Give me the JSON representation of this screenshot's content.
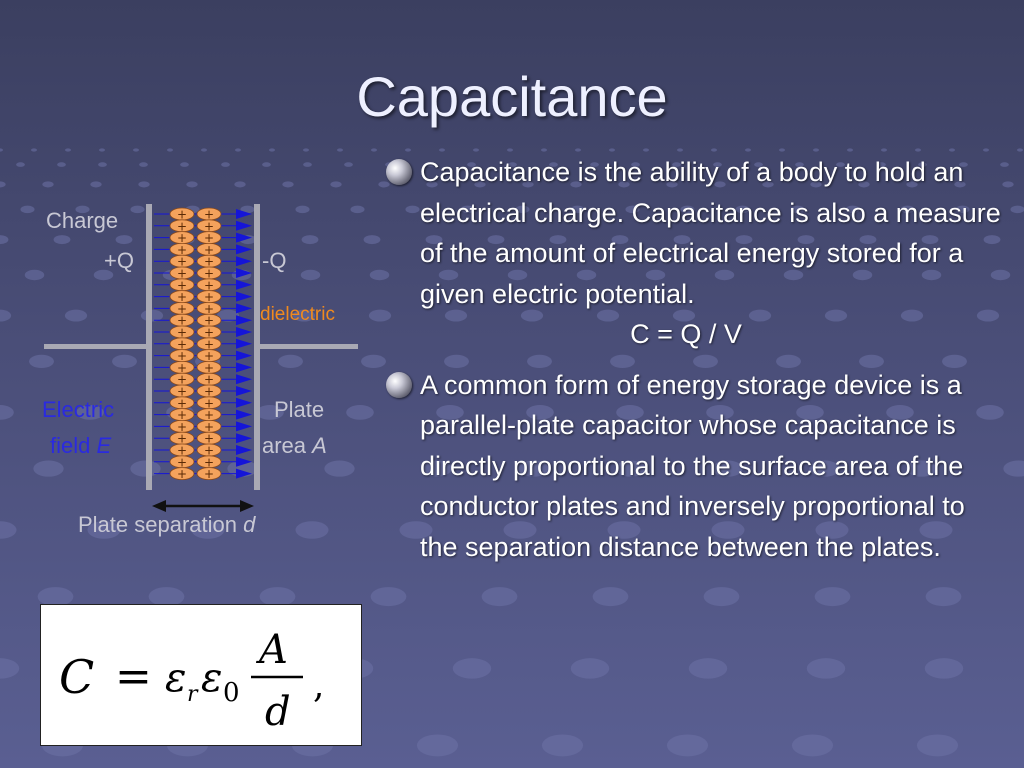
{
  "slide": {
    "title": "Capacitance",
    "bullets": [
      {
        "text": "Capacitance is the ability of a body to hold an electrical charge. Capacitance is also a measure of the amount of electrical energy stored for a given electric potential."
      },
      {
        "text": "A common form of energy storage device is a parallel-plate capacitor whose capacitance is directly proportional to the surface area of the conductor plates and inversely proportional to the separation distance between the plates."
      }
    ],
    "centered_formula": "C = Q / V"
  },
  "figure": {
    "charge_label": "Charge",
    "plus_q": "+Q",
    "minus_q": "-Q",
    "dielectric": "dielectric",
    "electric": "Electric",
    "field": "field",
    "field_symbol": "E",
    "plate": "Plate",
    "area": "area",
    "area_symbol": "A",
    "separation": "Plate separation",
    "separation_symbol": "d",
    "colors": {
      "charge": "#f4a25c",
      "field_arrows": "#1515d8",
      "dielectric_label": "#f08a1e",
      "electric_label": "#2a2ae0"
    }
  },
  "equation": {
    "lhs": "C",
    "eq": "=",
    "eps_r": "ε",
    "eps_r_sub": "r",
    "eps_0": "ε",
    "eps_0_sub": "0",
    "numerator": "A",
    "denominator": "d",
    "comma": ","
  }
}
